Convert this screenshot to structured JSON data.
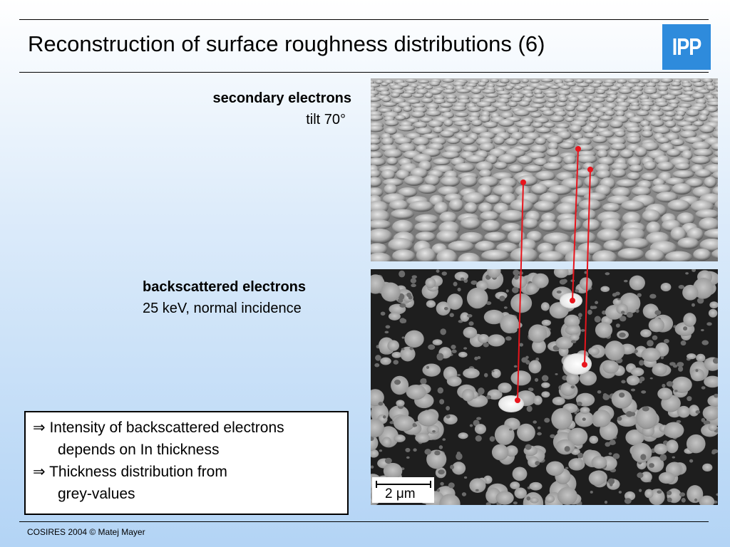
{
  "slide": {
    "title": "Reconstruction of surface roughness distributions (6)",
    "logo_text": "IPP",
    "footer": "COSIRES 2004 © Matej Mayer"
  },
  "images": {
    "top": {
      "heading": "secondary electrons",
      "detail": "tilt 70°"
    },
    "bottom": {
      "heading": "backscattered electrons",
      "detail": "25 keV, normal incidence"
    },
    "scale_bar": "2 μm"
  },
  "conclusions": [
    {
      "symbol": "⇒",
      "line1": "Intensity of backscattered electrons",
      "line2": "depends on In thickness"
    },
    {
      "symbol": "⇒",
      "line1": "Thickness distribution from",
      "line2": "grey-values"
    }
  ],
  "colors": {
    "logo_bg": "#2e8bdc",
    "marker": "#e8141c"
  }
}
